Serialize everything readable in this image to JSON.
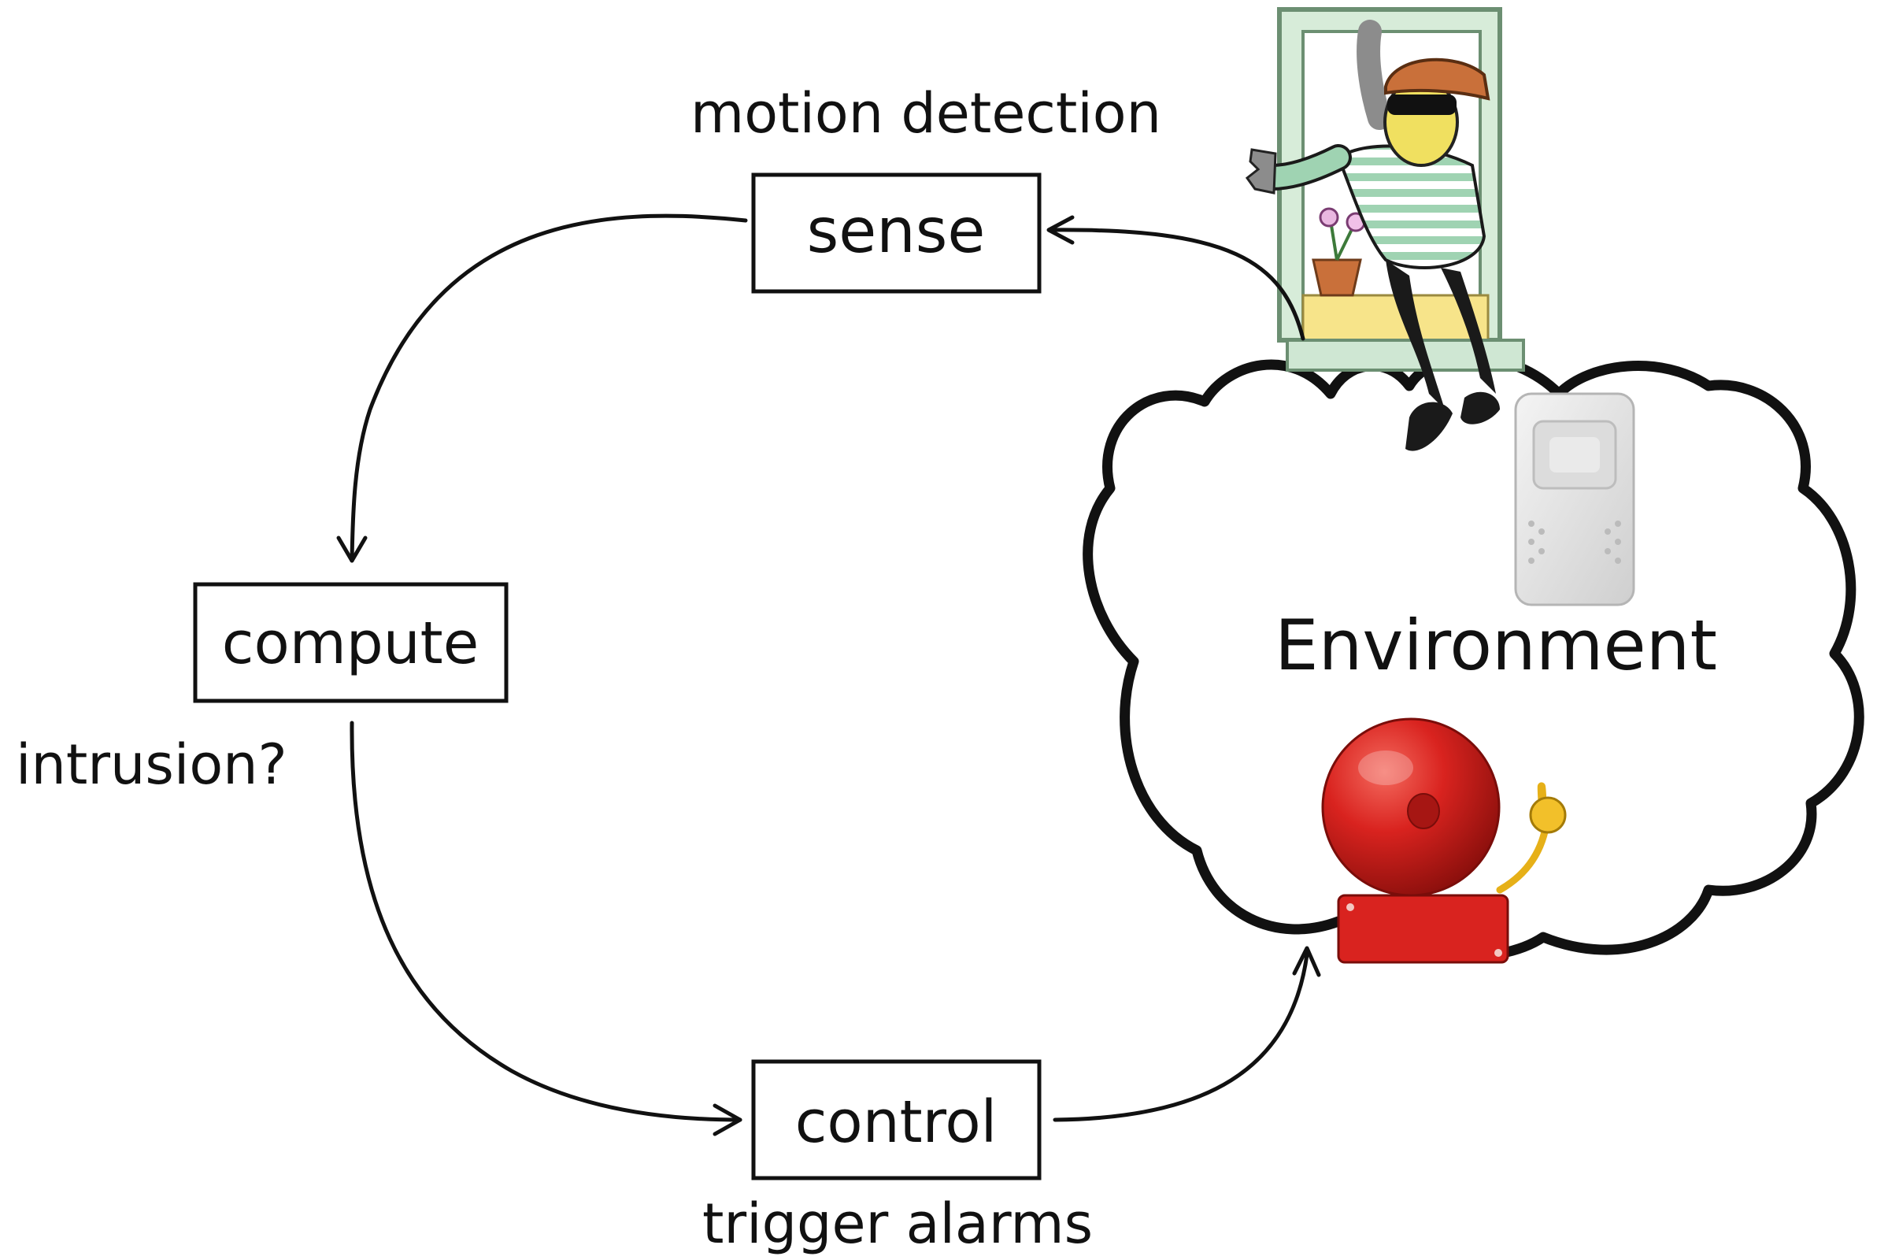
{
  "nodes": {
    "sense": "sense",
    "compute": "compute",
    "control": "control",
    "environment": "Environment"
  },
  "annotations": {
    "sense": "motion detection",
    "compute": "intrusion?",
    "control": "trigger alarms"
  },
  "illustrations": [
    "burglar-at-window",
    "motion-sensor",
    "alarm-bell"
  ],
  "colors": {
    "ink": "#111111",
    "bell_red": "#d9231f",
    "bell_highlight": "#f46a5e",
    "striped_shirt": "#9fd3b2",
    "cap_orange": "#c9703a",
    "sill_yellow": "#f7e48a",
    "window_green": "#d7ecd9",
    "sensor_grey": "#e7e7e7",
    "striker_gold": "#e6b018"
  }
}
